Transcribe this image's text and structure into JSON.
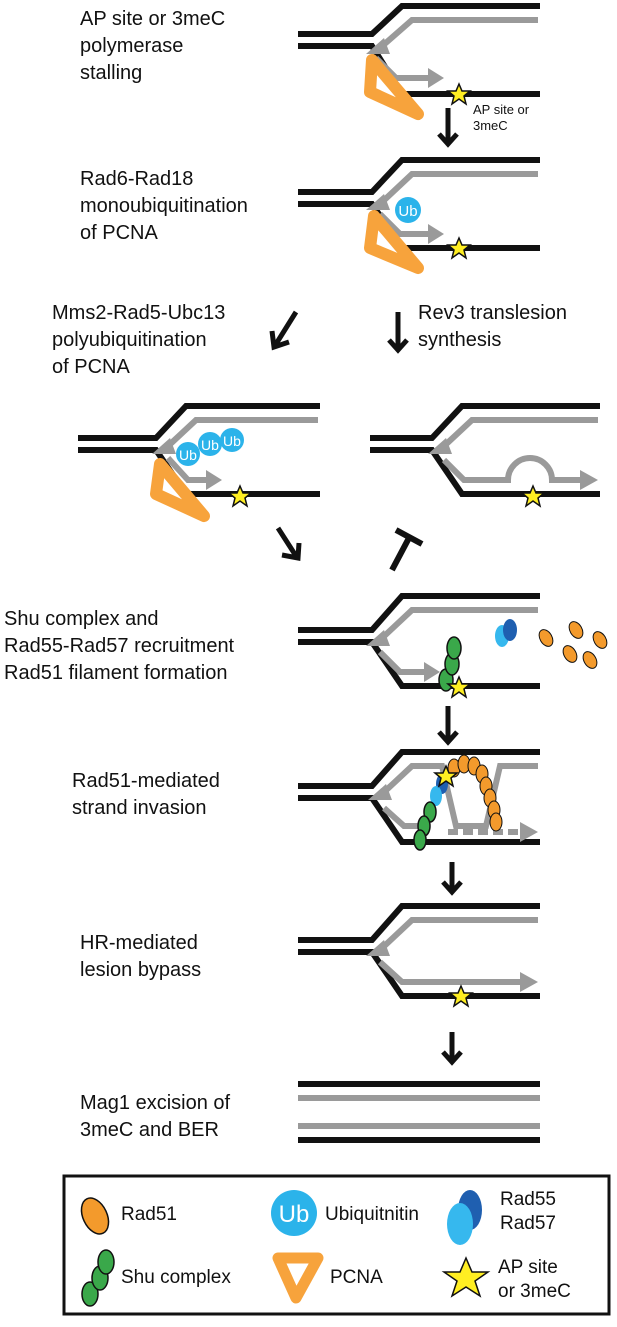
{
  "steps": {
    "stall": [
      "AP site or 3meC",
      "polymerase",
      "stalling"
    ],
    "stall_site": [
      "AP site or",
      "3meC"
    ],
    "monoub": [
      "Rad6-Rad18",
      "monoubiquitination",
      "of PCNA"
    ],
    "polyub": [
      "Mms2-Rad5-Ubc13",
      "polyubiquitination",
      "of PCNA"
    ],
    "tls": [
      "Rev3 translesion",
      "synthesis"
    ],
    "shu": [
      "Shu complex and",
      "Rad55-Rad57 recruitment",
      "Rad51 filament formation"
    ],
    "invasion": [
      "Rad51-mediated",
      "strand invasion"
    ],
    "bypass": [
      "HR-mediated",
      "lesion bypass"
    ],
    "excision": [
      "Mag1 excision of",
      "3meC and BER"
    ]
  },
  "ub_label": "Ub",
  "legend": {
    "rad51": "Rad51",
    "ubiquitin": "Ubiquitnitin",
    "rad55": "Rad55",
    "rad57": "Rad57",
    "shu": "Shu complex",
    "pcna": "PCNA",
    "ap_site": [
      "AP site",
      "or 3meC"
    ]
  },
  "colors": {
    "dna_black": "#111111",
    "dna_gray": "#9a9a9a",
    "pcna": "#f7a33c",
    "ubiquitin": "#2bb3ea",
    "rad51": "#f39a2c",
    "shu": "#3aa84a",
    "rad55": "#1f5fb0",
    "rad57": "#36b8ee",
    "star": "#ffee22"
  }
}
